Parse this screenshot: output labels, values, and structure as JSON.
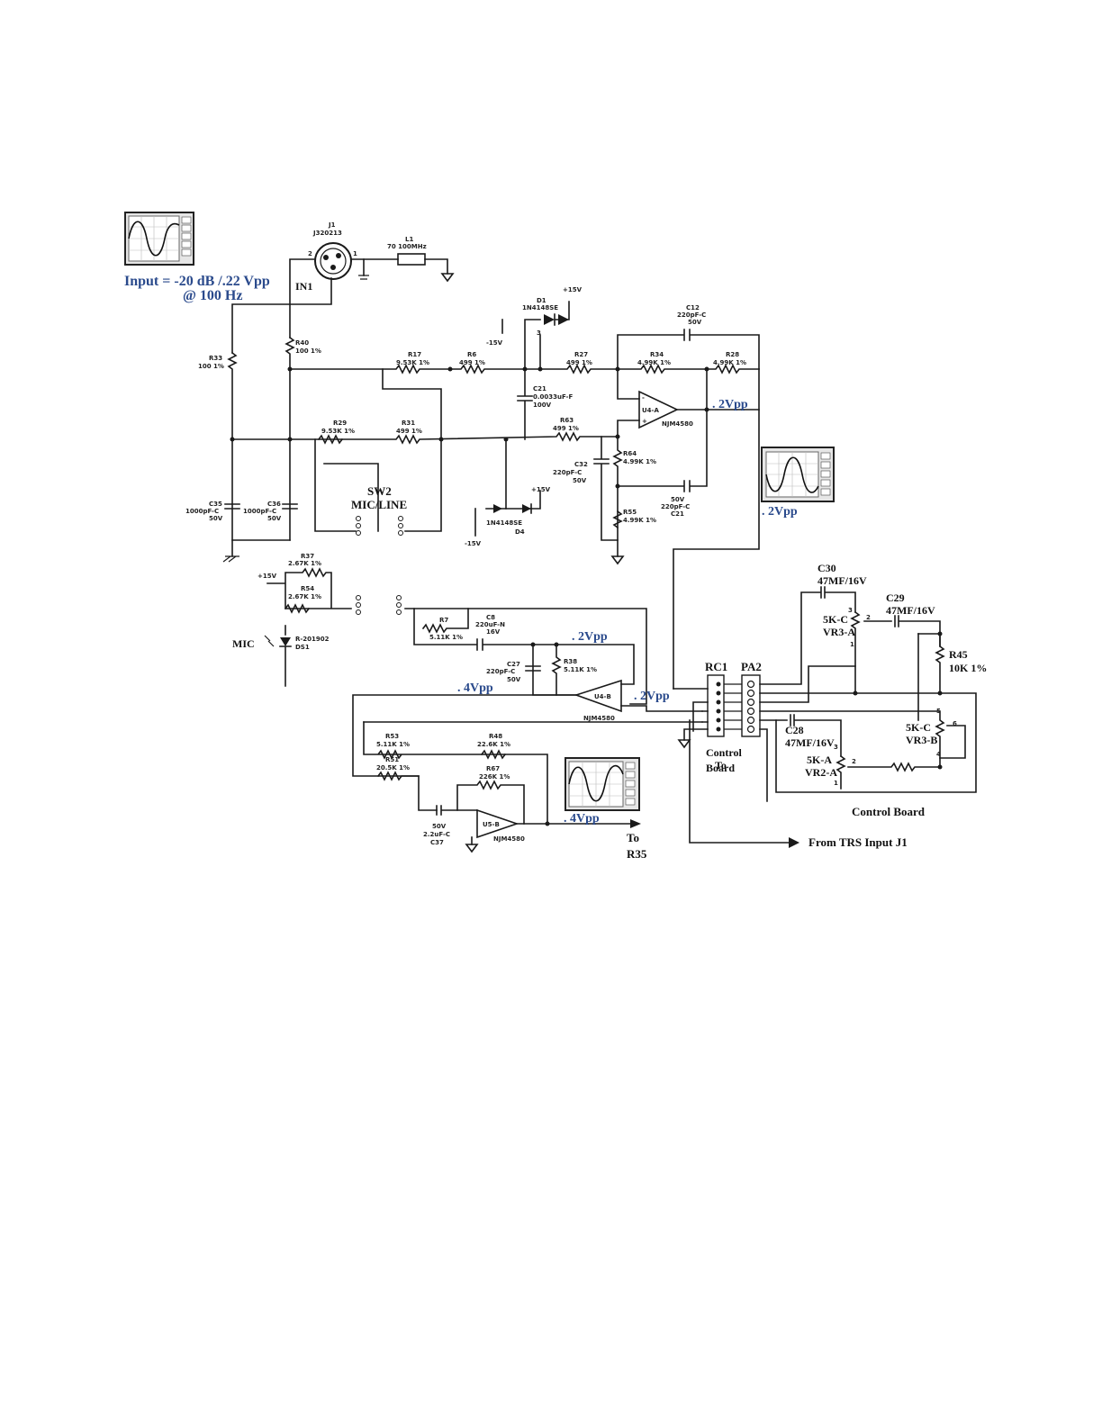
{
  "input": {
    "line1": "Input =  -20 dB /.22 Vpp",
    "line2": "@ 100 Hz"
  },
  "connector": {
    "ref": "J1",
    "part": "J320213",
    "net": "IN1"
  },
  "inductor": {
    "ref": "L1",
    "value": "70 100MHz"
  },
  "diodes": {
    "d1_ref": "D1",
    "d1_part": "1N4148SE",
    "d4_ref": "D4",
    "d4_part": "1N4148SE",
    "ds1_ref": "DS1",
    "ds1_part": "R-201902"
  },
  "supplies": {
    "pos": "+15V",
    "neg": "-15V"
  },
  "resistors": {
    "r33": {
      "ref": "R33",
      "value": "100 1%"
    },
    "r40": {
      "ref": "R40",
      "value": "100 1%"
    },
    "r17": {
      "ref": "R17",
      "value": "9.53K 1%"
    },
    "r6": {
      "ref": "R6",
      "value": "499 1%"
    },
    "r27": {
      "ref": "R27",
      "value": "499 1%"
    },
    "r34": {
      "ref": "R34",
      "value": "4.99K 1%"
    },
    "r28": {
      "ref": "R28",
      "value": "4.99K 1%"
    },
    "r29": {
      "ref": "R29",
      "value": "9.53K 1%"
    },
    "r31": {
      "ref": "R31",
      "value": "499 1%"
    },
    "r63": {
      "ref": "R63",
      "value": "499 1%"
    },
    "r64": {
      "ref": "R64",
      "value": "4.99K 1%"
    },
    "r55": {
      "ref": "R55",
      "value": "4.99K 1%"
    },
    "r37": {
      "ref": "R37",
      "value": "2.67K 1%"
    },
    "r54": {
      "ref": "R54",
      "value": "2.67K 1%"
    },
    "r7": {
      "ref": "R7",
      "value": "5.11K 1%"
    },
    "r38": {
      "ref": "R38",
      "value": "5.11K 1%"
    },
    "r53": {
      "ref": "R53",
      "value": "5.11K 1%"
    },
    "r51": {
      "ref": "R51",
      "value": "20.5K 1%"
    },
    "r48": {
      "ref": "R48",
      "value": "22.6K 1%"
    },
    "r67": {
      "ref": "R67",
      "value": "226K 1%"
    },
    "r45": {
      "ref": "R45",
      "value": "10K 1%"
    }
  },
  "capacitors": {
    "c12": {
      "ref": "C12",
      "value": "220pF-C",
      "volt": "50V"
    },
    "c21": {
      "ref": "C21",
      "value": "0.0033uF-F",
      "volt": "100V"
    },
    "c32": {
      "ref": "C32",
      "value": "220pF-C",
      "volt": "50V"
    },
    "c21b": {
      "ref": "C21",
      "value": "220pF-C",
      "volt": "50V"
    },
    "c35": {
      "ref": "C35",
      "value": "1000pF-C",
      "volt": "50V"
    },
    "c36": {
      "ref": "C36",
      "value": "1000pF-C",
      "volt": "50V"
    },
    "c8": {
      "ref": "C8",
      "value": "220uF-N",
      "volt": "16V"
    },
    "c27": {
      "ref": "C27",
      "value": "220pF-C",
      "volt": "50V"
    },
    "c37": {
      "ref": "C37",
      "value": "2.2uF-C",
      "volt": "50V"
    },
    "c30": {
      "ref": "C30",
      "value": "47MF/16V"
    },
    "c29": {
      "ref": "C29",
      "value": "47MF/16V"
    },
    "c28": {
      "ref": "C28",
      "value": "47MF/16V"
    }
  },
  "opamps": {
    "u4a": {
      "ref": "U4-A",
      "part": "NJM4580"
    },
    "u4b": {
      "ref": "U4-B",
      "part": "NJM4580"
    },
    "u5b": {
      "ref": "U5-B",
      "part": "NJM4580"
    }
  },
  "switch": {
    "ref": "SW2",
    "label": "MIC/LINE"
  },
  "mic_label": "MIC",
  "pots": {
    "vr3a": {
      "value": "5K-C",
      "ref": "VR3-A"
    },
    "vr3b": {
      "value": "5K-C",
      "ref": "VR3-B"
    },
    "vr2a": {
      "value": "5K-A",
      "ref": "VR2-A"
    }
  },
  "connectors": {
    "rc1": "RC1",
    "pa2": "PA2",
    "to_control_board_1": "To",
    "to_control_board_2": "Control",
    "to_control_board_3": "Board",
    "control_board": "Control Board"
  },
  "levels": {
    "u4a_out": ". 2Vpp",
    "scope2": ". 2Vpp",
    "c8_node": ". 2Vpp",
    "u4b_out": ". 2Vpp",
    "u4b_in": ". 4Vpp",
    "u5b_out": ". 4Vpp"
  },
  "outputs": {
    "to": "To",
    "r35": "R35",
    "from_trs": "From TRS Input J1"
  },
  "scope_menu": [
    "",
    "",
    "",
    "",
    ""
  ]
}
